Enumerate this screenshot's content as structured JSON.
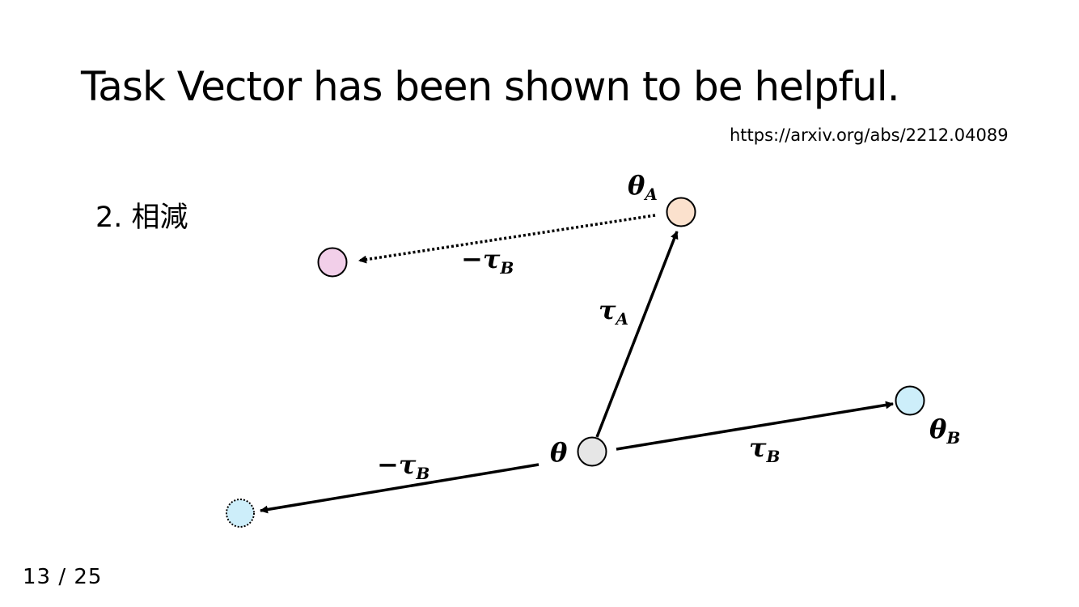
{
  "slide": {
    "title": "Task Vector has been shown to be helpful.",
    "reference": "https://arxiv.org/abs/2212.04089",
    "subtitle": "2. 相減",
    "page_current": "13",
    "page_separator": "/",
    "page_total": "25"
  },
  "diagram": {
    "nodes": {
      "theta": {
        "label": "θ",
        "sub": "",
        "color": "#e6e6e6"
      },
      "theta_a": {
        "label": "θ",
        "sub": "A",
        "color": "#fbe1cd"
      },
      "theta_b": {
        "label": "θ",
        "sub": "B",
        "color": "#cdeefa"
      },
      "result_top": {
        "label": "",
        "sub": "",
        "color": "#f2cfe9"
      },
      "result_bottom": {
        "label": "",
        "sub": "",
        "color": "#cdeefa"
      }
    },
    "vectors": {
      "tau_a": {
        "label": "τ",
        "sub": "A",
        "style": "solid"
      },
      "tau_b": {
        "label": "τ",
        "sub": "B",
        "style": "solid"
      },
      "neg_tau_b_top": {
        "label": "−τ",
        "sub": "B",
        "style": "dotted"
      },
      "neg_tau_b_bottom": {
        "label": "−τ",
        "sub": "B",
        "style": "solid"
      }
    }
  }
}
